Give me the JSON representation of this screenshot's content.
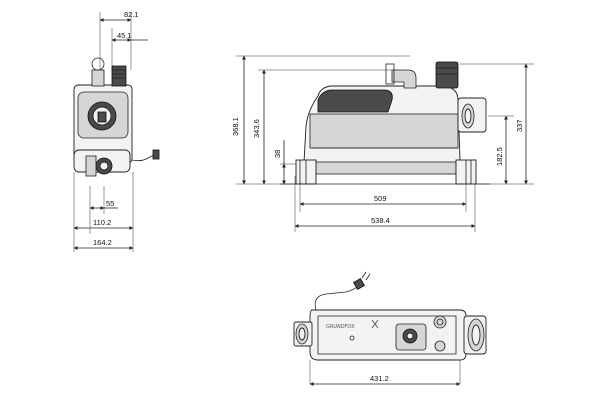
{
  "front_view": {
    "dim_top_outer": "82.1",
    "dim_top_inner": "45.1",
    "dim_bottom_small": "55",
    "dim_bottom_mid": "110.2",
    "dim_bottom_total": "164.2"
  },
  "side_view": {
    "dim_height_total": "368.1",
    "dim_height_inlet": "343.6",
    "dim_height_base": "38",
    "dim_right_total": "337",
    "dim_right_outlet": "182.5",
    "dim_length_inner": "509",
    "dim_length_total": "538.4"
  },
  "top_view": {
    "dim_length": "431.2"
  },
  "colors": {
    "line": "#222222",
    "body_fill": "#f3f3f3",
    "dark_fill": "#4a4a4a"
  }
}
